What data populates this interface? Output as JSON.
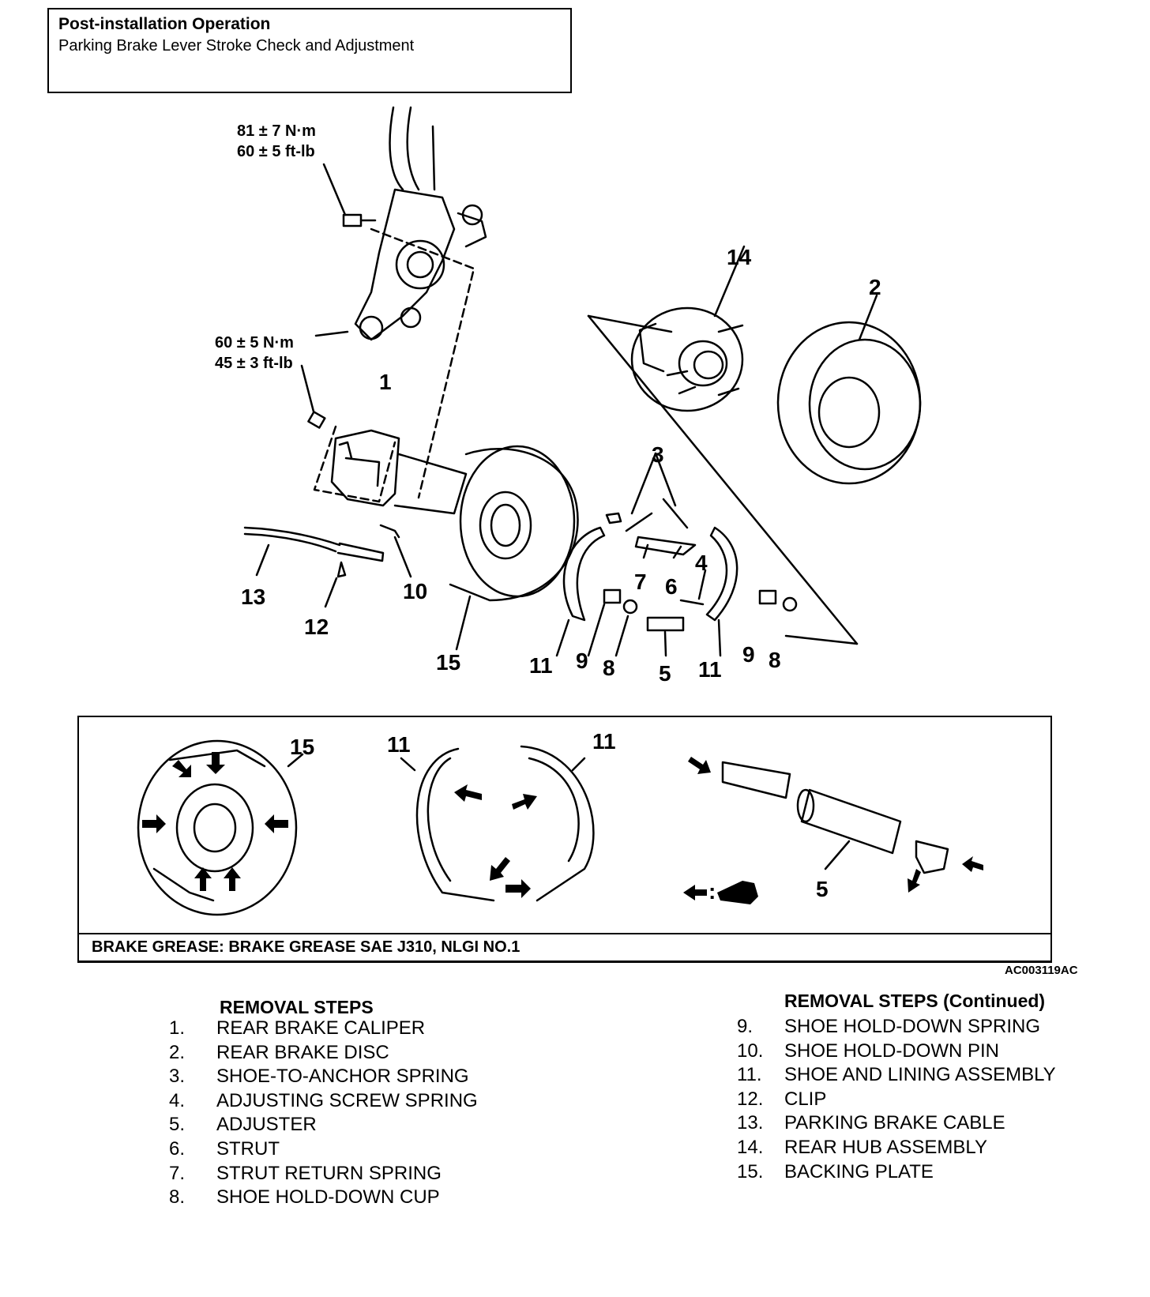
{
  "header": {
    "title": "Post-installation Operation",
    "subtitle": "Parking Brake Lever Stroke Check and Adjustment"
  },
  "torque_specs": {
    "upper_nm": "81 ± 7 N·m",
    "upper_ftlb": "60 ± 5 ft-lb",
    "lower_nm": "60 ± 5 N·m",
    "lower_ftlb": "45 ± 3 ft-lb"
  },
  "callouts": {
    "c1": "1",
    "c2": "2",
    "c3": "3",
    "c4": "4",
    "c5": "5",
    "c6": "6",
    "c7": "7",
    "c8a": "8",
    "c8b": "8",
    "c9a": "9",
    "c9b": "9",
    "c10": "10",
    "c11a": "11",
    "c11b": "11",
    "c12": "12",
    "c13": "13",
    "c14": "14",
    "c15": "15"
  },
  "grease_panel": {
    "c15": "15",
    "c11a": "11",
    "c11b": "11",
    "c5": "5",
    "legend_symbol": ":",
    "text": "BRAKE GREASE: BRAKE GREASE SAE J310, NLGI NO.1"
  },
  "figure_code": "AC003119AC",
  "removal_steps": {
    "heading": "REMOVAL STEPS",
    "heading_continued": "REMOVAL STEPS (Continued)",
    "left": [
      {
        "num": "1.",
        "label": "REAR BRAKE CALIPER"
      },
      {
        "num": "2.",
        "label": "REAR BRAKE DISC"
      },
      {
        "num": "3.",
        "label": "SHOE-TO-ANCHOR SPRING"
      },
      {
        "num": "4.",
        "label": "ADJUSTING SCREW SPRING"
      },
      {
        "num": "5.",
        "label": "ADJUSTER"
      },
      {
        "num": "6.",
        "label": "STRUT"
      },
      {
        "num": "7.",
        "label": "STRUT RETURN SPRING"
      },
      {
        "num": "8.",
        "label": "SHOE HOLD-DOWN CUP"
      }
    ],
    "right": [
      {
        "num": "9.",
        "label": "SHOE HOLD-DOWN SPRING"
      },
      {
        "num": "10.",
        "label": "SHOE HOLD-DOWN PIN"
      },
      {
        "num": "11.",
        "label": "SHOE AND LINING ASSEMBLY"
      },
      {
        "num": "12.",
        "label": "CLIP"
      },
      {
        "num": "13.",
        "label": "PARKING BRAKE CABLE"
      },
      {
        "num": "14.",
        "label": "REAR HUB ASSEMBLY"
      },
      {
        "num": "15.",
        "label": "BACKING PLATE"
      }
    ]
  }
}
